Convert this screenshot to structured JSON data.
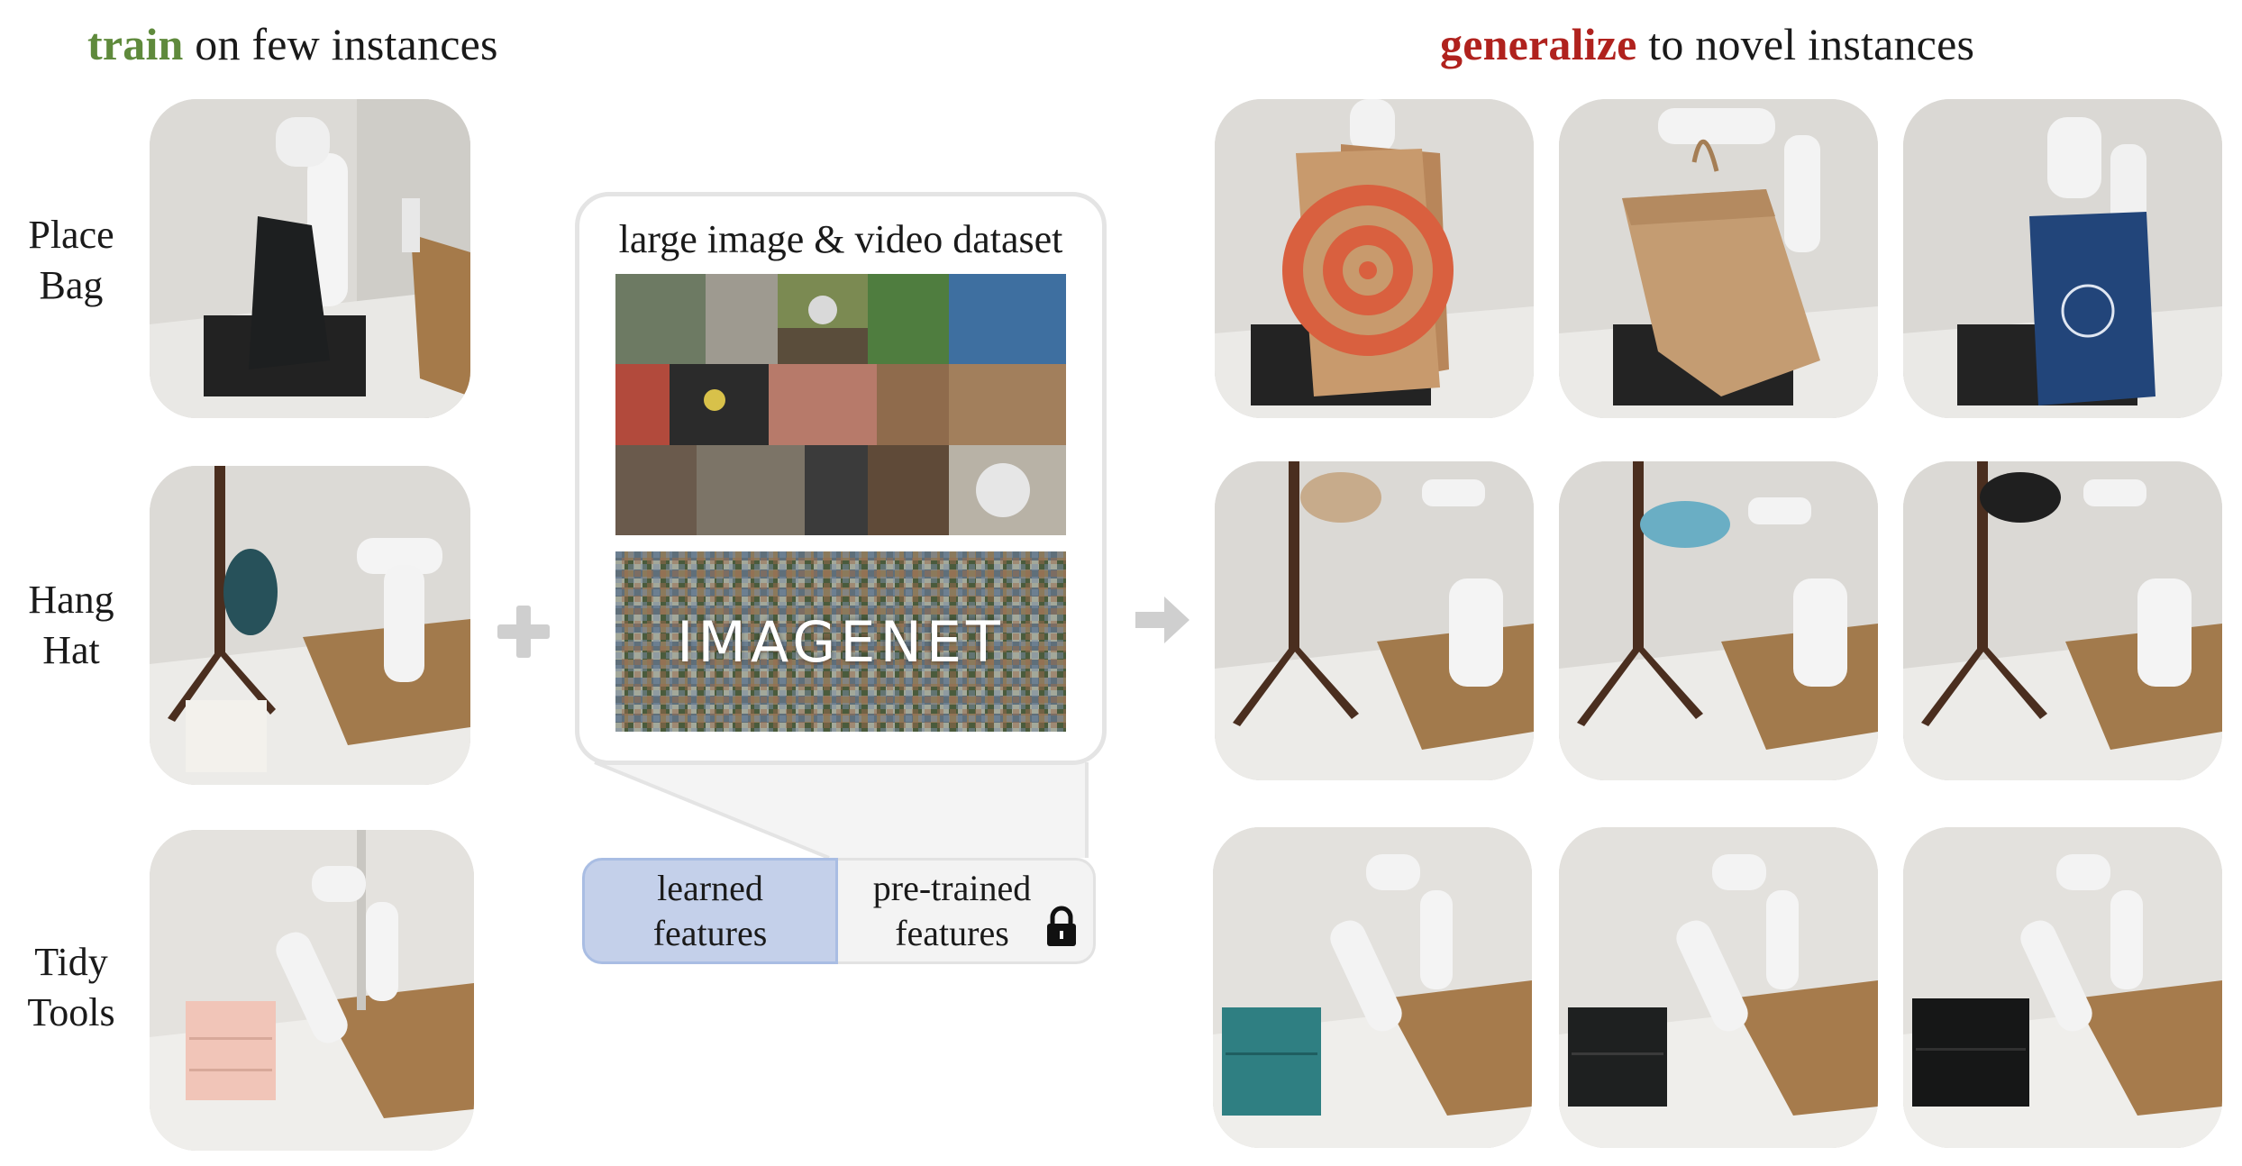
{
  "header": {
    "left_keyword": "train",
    "left_rest": " on few instances",
    "right_keyword": "generalize",
    "right_rest": " to novel instances",
    "left_keyword_color": "#5f8a3c",
    "right_keyword_color": "#b0221e"
  },
  "tasks": [
    {
      "line1": "Place",
      "line2": "Bag"
    },
    {
      "line1": "Hang",
      "line2": "Hat"
    },
    {
      "line1": "Tidy",
      "line2": "Tools"
    }
  ],
  "dataset": {
    "title": "large image & video dataset",
    "imagenet_word": "IMAGENET"
  },
  "features": {
    "learned_line1": "learned",
    "learned_line2": "features",
    "pretrained_line1": "pre-trained",
    "pretrained_line2": "features",
    "learned_color": "#c4d0ea"
  },
  "icons": {
    "plus": "plus-icon",
    "arrow": "arrow-right-icon",
    "lock": "lock-icon"
  }
}
